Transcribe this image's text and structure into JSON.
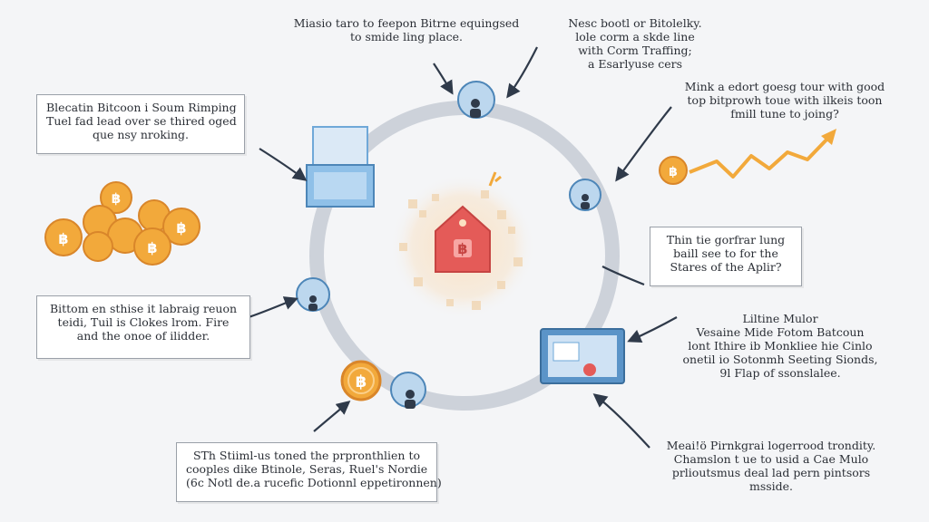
{
  "notes": {
    "top_center": [
      "Miasio taro to feepon Bitrne equingsed",
      "to smide ling place."
    ],
    "top_right_small": [
      "Nesc bootl or Bitolelky.",
      "lole corm a skde line",
      "with Corm Traffing;",
      "a Esarlyuse cers"
    ],
    "top_right": [
      "Mink a edort goesg tour with good",
      "top bitprowh toue with ilkeis toon",
      "fmill tune to joing?"
    ],
    "left_top": [
      "Blecatin Bitcoon i Soum Rimping",
      "Tuel fad lead over se thired oged",
      "que nsy nroking."
    ],
    "right_middle": [
      "Thin tie gorfrar lung",
      "baill see to for the",
      "Stares of the Aplir?"
    ],
    "left_middle": [
      "Bittom en sthise it labraig reuon",
      "teidi, Tuil is Clokes lrom. Fire",
      "and the onoe of ilidder."
    ],
    "right_lower": [
      "Liltine Mulor",
      "Vesaine Mide Fotom Batcoun",
      "lont Ithire ib Monkliee hie Cinlo",
      "onetil io Sotonmh Seeting Sionds,",
      "9l Flap of ssonslalee."
    ],
    "bottom_center": [
      "STh Stiiml-us toned the prpronthlien to",
      "cooples dike Btinole, Seras, Ruel's Nordie",
      "(6c Notl de.a rucefic Dotionnl eppetironnen)"
    ],
    "bottom_right": [
      "Meai!ö Pirnkgrai logerrood trondity.",
      "Chamslon t ue to usid a Cae Mulo",
      "prlioutsmus deal lad pern pintsors",
      "msside."
    ]
  },
  "coin_symbol": "฿",
  "colors": {
    "ring": "#cdd2da",
    "coin": "#f2a93b",
    "coin_edge": "#d9862a",
    "blue": "#6fa8d8",
    "red_tag": "#e45b58",
    "arrow": "#2f3a4a",
    "chart_line": "#f2a93b"
  },
  "icons": [
    "monitor-icon",
    "user-globe-icon",
    "coin-stack-icon",
    "price-tag-icon",
    "growth-chart-icon",
    "tablet-screen-icon"
  ]
}
